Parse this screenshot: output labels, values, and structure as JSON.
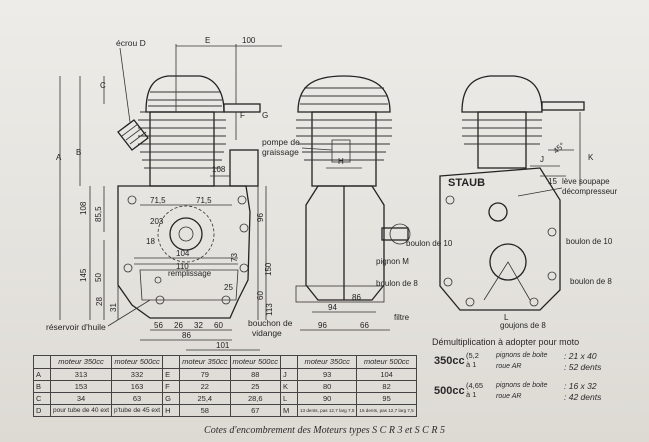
{
  "callouts": {
    "ecrou_d": "écrou D",
    "pompe": "pompe de",
    "graissage": "graissage",
    "leve_soupape": "lève soupape",
    "decompresseur": "décompresseur",
    "boulon_10_mid": "boulon de 10",
    "boulon_10_right": "boulon de 10",
    "pignon_m": "pignon M",
    "boulon_8_mid": "boulon de 8",
    "boulon_8_right": "boulon de 8",
    "remplissage": "remplissage",
    "reservoir": "réservoir d'huile",
    "bouchon": "bouchon de",
    "vidange": "vidange",
    "filtre": "filtre",
    "goujons": "goujons de 8",
    "brand": "STAUB"
  },
  "dim_labels": {
    "E": "E",
    "d100": "100",
    "A": "A",
    "B": "B",
    "C": "C",
    "F": "F",
    "G": "G",
    "d108": "108",
    "d108b": "108",
    "d85_5": "85,5",
    "d145": "145",
    "d50": "50",
    "d71_5a": "71,5",
    "d71_5b": "71,5",
    "d203": "203",
    "d18": "18",
    "d104": "104",
    "d110": "110",
    "d96": "96",
    "d73": "73",
    "d150": "150",
    "d60": "60",
    "d28": "28",
    "d31": "31",
    "d25": "25",
    "d113": "113",
    "d56": "56",
    "d26": "26",
    "d32": "32",
    "d60b": "60",
    "d86": "86",
    "d101": "101",
    "H": "H",
    "d94": "94",
    "d96b": "96",
    "d66": "66",
    "d86b": "86",
    "J": "J",
    "K": "K",
    "d45": "45°",
    "d15": "15",
    "L": "L"
  },
  "dims_table": {
    "h_moteur350a": "moteur 350cc",
    "h_moteur500a": "moteur 500cc",
    "h_moteur350b": "moteur 350cc",
    "h_moteur500b": "moteur 500cc",
    "h_moteur350c": "moteur 350cc",
    "h_moteur500c": "moteur 500cc",
    "rows": [
      {
        "k1": "A",
        "a350": "313",
        "a500": "332",
        "k2": "E",
        "b350": "79",
        "b500": "88",
        "k3": "J",
        "c350": "93",
        "c500": "104"
      },
      {
        "k1": "B",
        "a350": "153",
        "a500": "163",
        "k2": "F",
        "b350": "22",
        "b500": "25",
        "k3": "K",
        "c350": "80",
        "c500": "82"
      },
      {
        "k1": "C",
        "a350": "34",
        "a500": "63",
        "k2": "G",
        "b350": "25,4",
        "b500": "28,6",
        "k3": "L",
        "c350": "90",
        "c500": "95"
      },
      {
        "k1": "D",
        "a350": "pour tube de 40 ext",
        "a500": "p'tube de 45 ext",
        "k2": "H",
        "b350": "58",
        "b500": "67",
        "k3": "M",
        "c350": "13 dents, pas 12,7 larg 7,5",
        "c500": "15 dents, pas 12,7 larg 7,5"
      }
    ]
  },
  "gearing": {
    "title": "Démultiplication à adopter pour moto",
    "m350": "350cc",
    "m350_ratio_top": "(5,2",
    "m350_ratio_bot": "à 1",
    "m350_l1": "pignons de boite",
    "m350_l2": "roue AR",
    "m350_v1": ": 21 x 40",
    "m350_v2": ": 52 dents",
    "m500": "500cc",
    "m500_ratio_top": "(4,65",
    "m500_ratio_bot": "à 1",
    "m500_l1": "pignons de boite",
    "m500_l2": "roue AR",
    "m500_v1": ": 16 x 32",
    "m500_v2": ": 42 dents"
  },
  "caption": "Cotes d'encombrement des Moteurs types S C R 3  et  S C R 5"
}
